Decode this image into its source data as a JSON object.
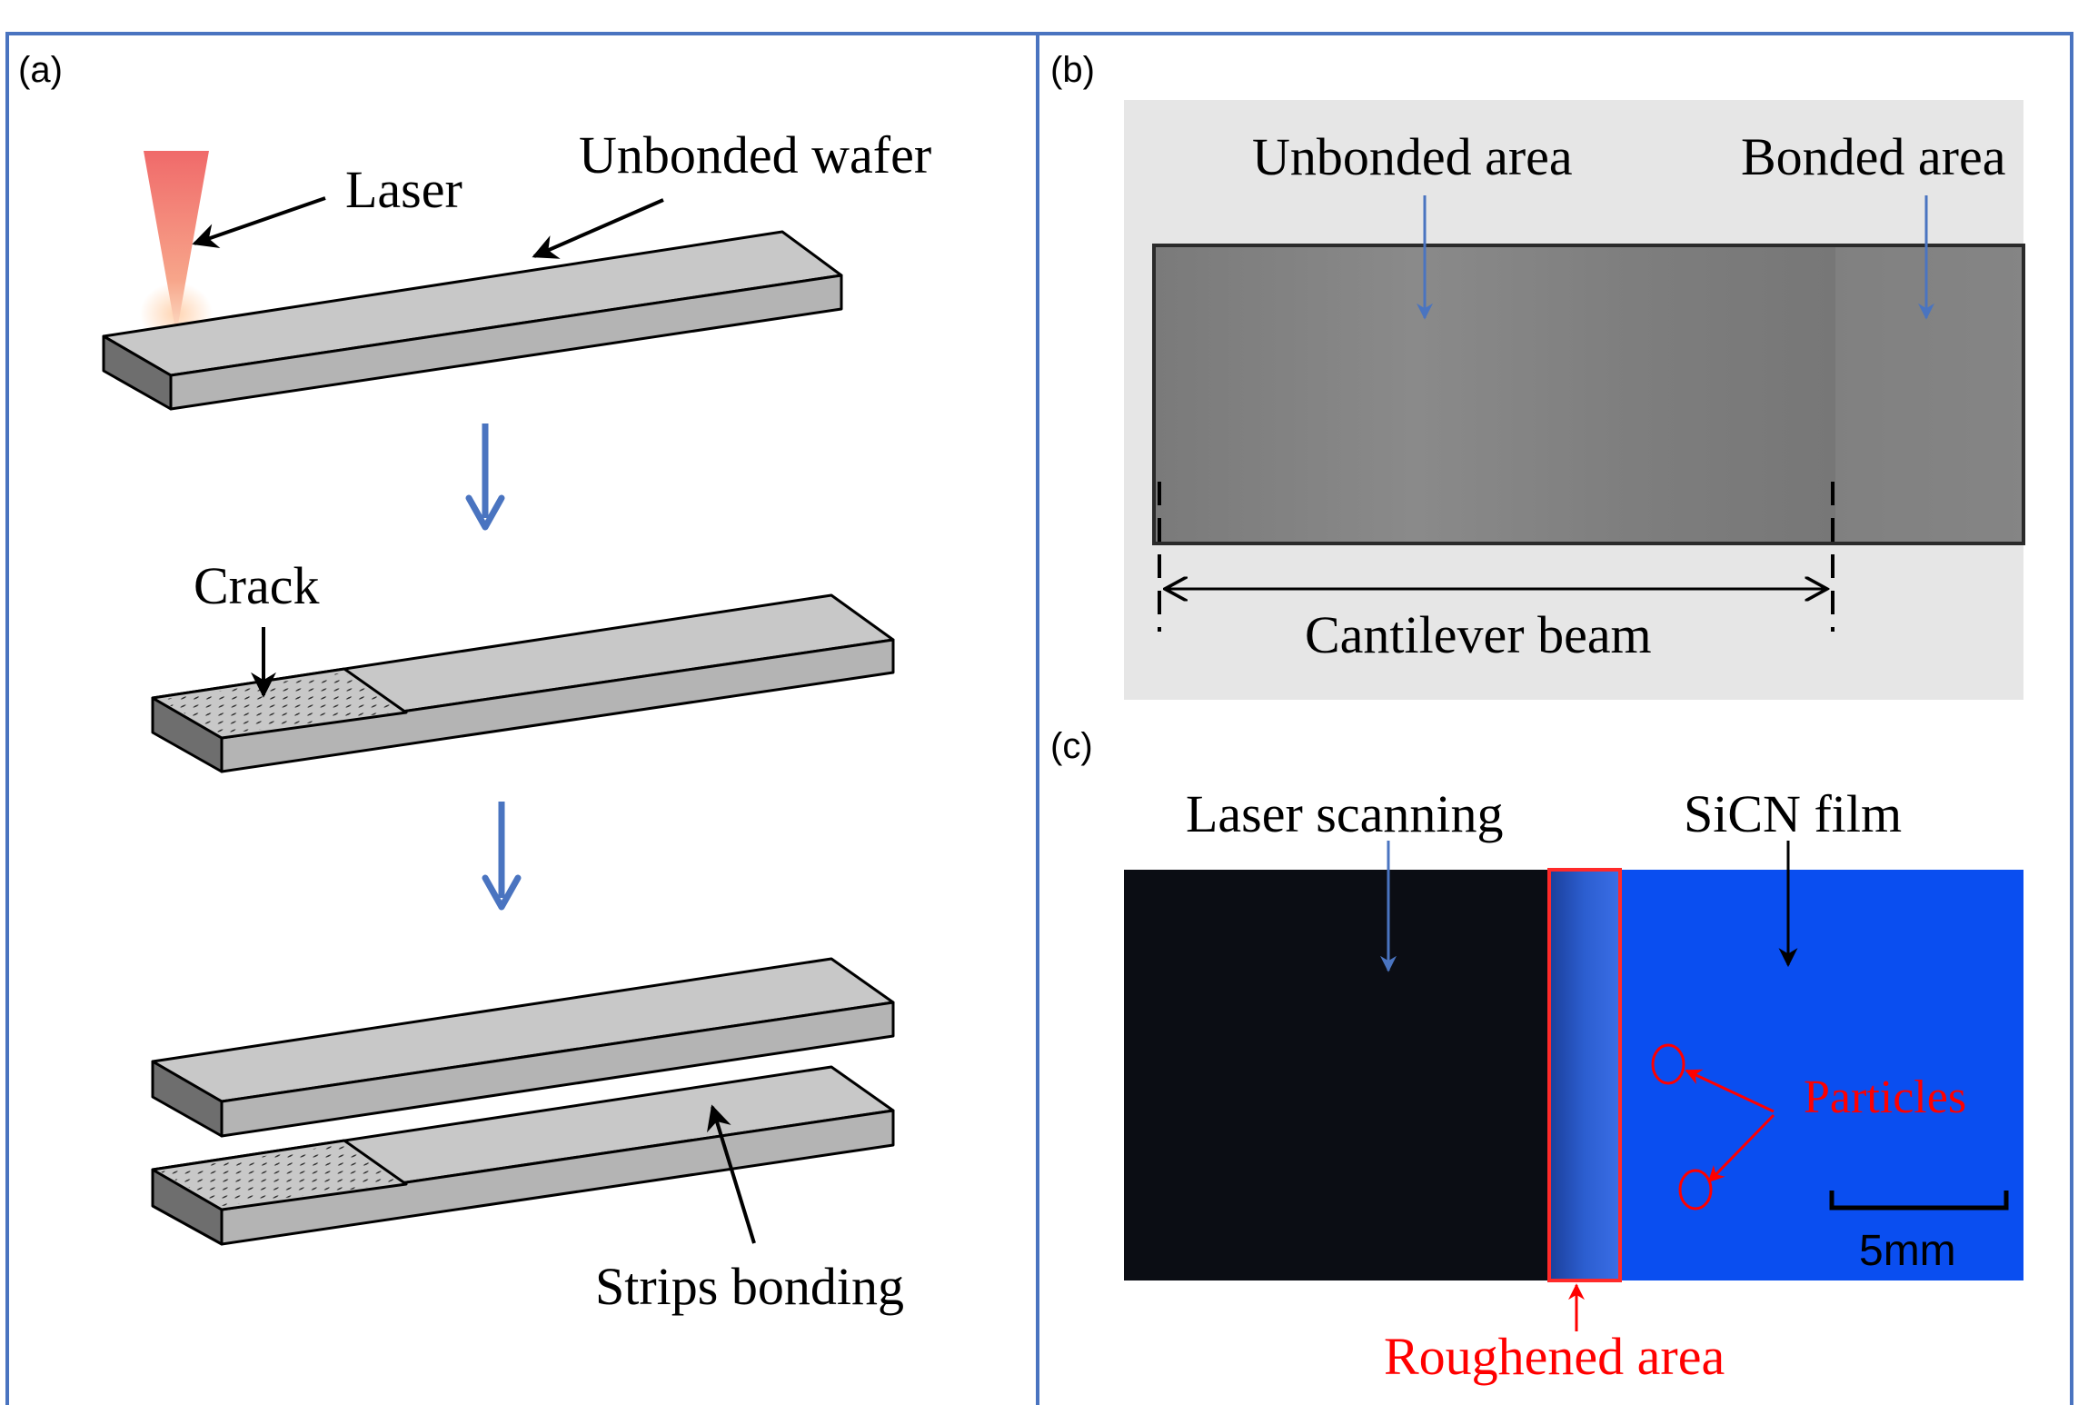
{
  "panel_a": {
    "label": "(a)",
    "laser_label": "Laser",
    "unbonded_wafer_label": "Unbonded wafer",
    "crack_label": "Crack",
    "strips_bonding_label": "Strips bonding"
  },
  "panel_b": {
    "label": "(b)",
    "unbonded_area_label": "Unbonded area",
    "bonded_area_label": "Bonded area",
    "cantilever_beam_label": "Cantilever beam"
  },
  "panel_c": {
    "label": "(c)",
    "laser_scanning_label": "Laser scanning",
    "sicn_film_label": "SiCN film",
    "particles_label": "Particles",
    "scale_bar_label": "5mm",
    "roughened_area_label": "Roughened area"
  },
  "colors": {
    "frame": "#4a74c0",
    "flow_arrow": "#4a74c0",
    "annotation_blue": "#4a74c0",
    "annotation_red": "#ff0000",
    "strip_top": "#c8c8c8",
    "strip_front": "#b4b4b4",
    "strip_side": "#6e6e6e",
    "sicn_blue": "#0a4ef0",
    "scan_dark": "#0b0d14"
  }
}
